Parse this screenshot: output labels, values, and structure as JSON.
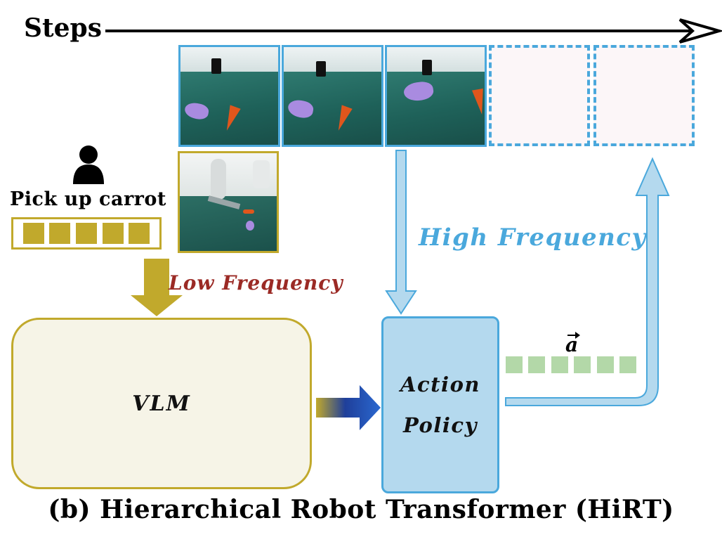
{
  "header": {
    "steps_label": "Steps"
  },
  "instruction": {
    "text": "Pick up carrot"
  },
  "labels": {
    "low_frequency": "Low Frequency",
    "high_frequency": "High Frequency",
    "vlm": "VLM",
    "action_policy_line1": "Action",
    "action_policy_line2": "Policy",
    "action_symbol": "a"
  },
  "caption": "(b) Hierarchical Robot Transformer (HiRT)",
  "colors": {
    "observation_blue": "#4aa8dc",
    "language_gold": "#c1a92c",
    "low_frequency_red": "#9b2a25",
    "action_green": "#b3d8a8",
    "vlm_fill": "#f6f4e7",
    "policy_fill": "#b4d9ee"
  },
  "icons": {
    "user": "person-icon",
    "time_arrow": "arrow-right-icon"
  }
}
